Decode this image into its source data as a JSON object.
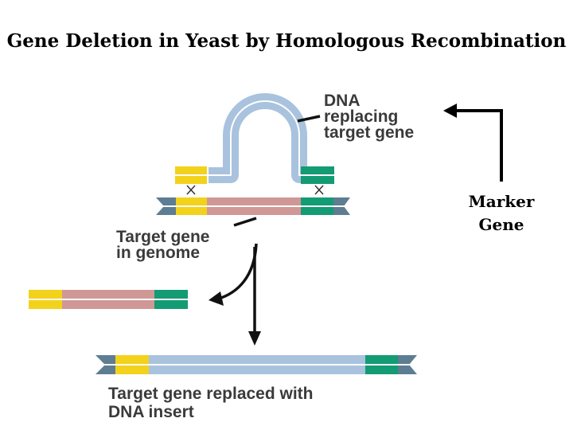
{
  "title": "Gene Deletion in Yeast by Homologous Recombination",
  "labels": {
    "dna_line1": "DNA",
    "dna_line2": "replacing",
    "dna_line3": "target gene",
    "target_line1": "Target gene",
    "target_line2": "in genome",
    "result_line1": "Target gene replaced with",
    "result_line2": "DNA insert",
    "marker_line1": "Marker",
    "marker_line2": "Gene"
  },
  "colors": {
    "yellow": "#f3d21b",
    "pink": "#cf9896",
    "green": "#139b74",
    "blue": "#a9c3de",
    "tail": "#5d7d92",
    "label": "#3a3a3a"
  }
}
